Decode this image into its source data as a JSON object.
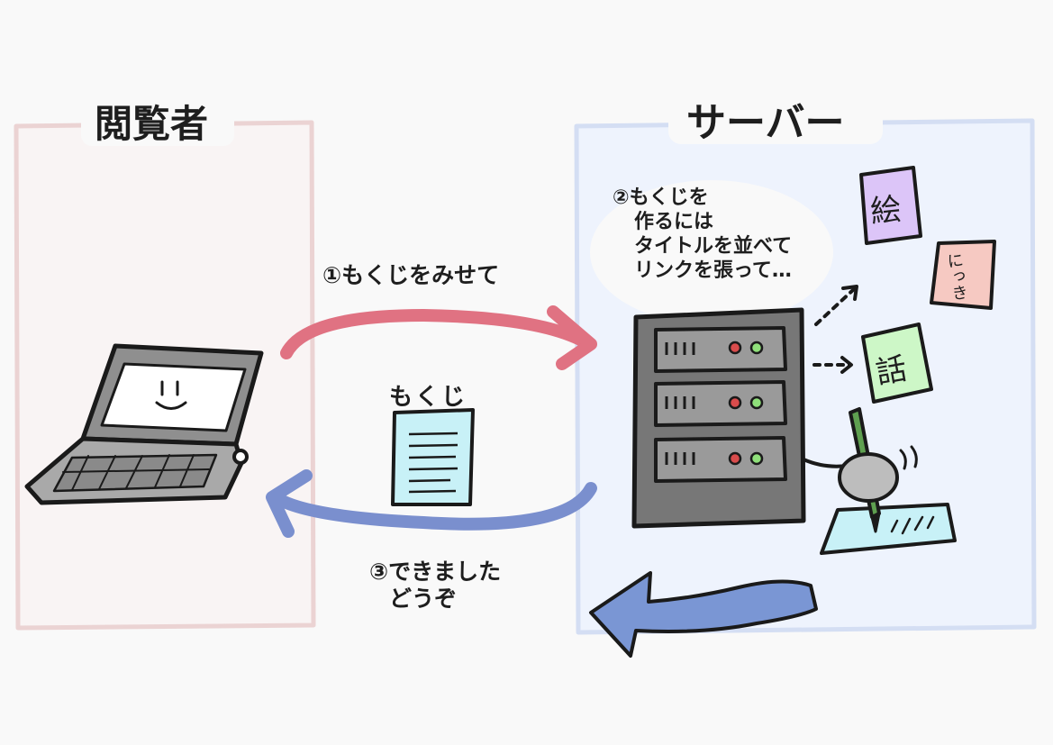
{
  "viewer": {
    "title": "閲覧者"
  },
  "server": {
    "title": "サーバー",
    "note_lines": [
      "②もくじを",
      "作るには",
      "タイトルを並べて",
      "リンクを張って…"
    ]
  },
  "steps": {
    "request": "①もくじをみせて",
    "response_line1": "③できました",
    "response_line2": "どうぞ"
  },
  "document": {
    "label": "もくじ"
  },
  "pages": [
    {
      "label": "絵"
    },
    {
      "label": "にっき"
    },
    {
      "label": "話"
    }
  ],
  "colors": {
    "viewer_panel": "#f9f4f4",
    "viewer_border": "#ebd3d3",
    "server_panel": "#eef3fd",
    "server_border": "#d4def3",
    "request_arrow": "#e07282",
    "response_arrow": "#7a8fce",
    "return_arrow": "#7a96d4",
    "doc_fill": "#c8f1f7",
    "page_e": "#dcc5f8",
    "page_nikki": "#f6c9c2",
    "page_hanashi": "#cdf7c7"
  }
}
